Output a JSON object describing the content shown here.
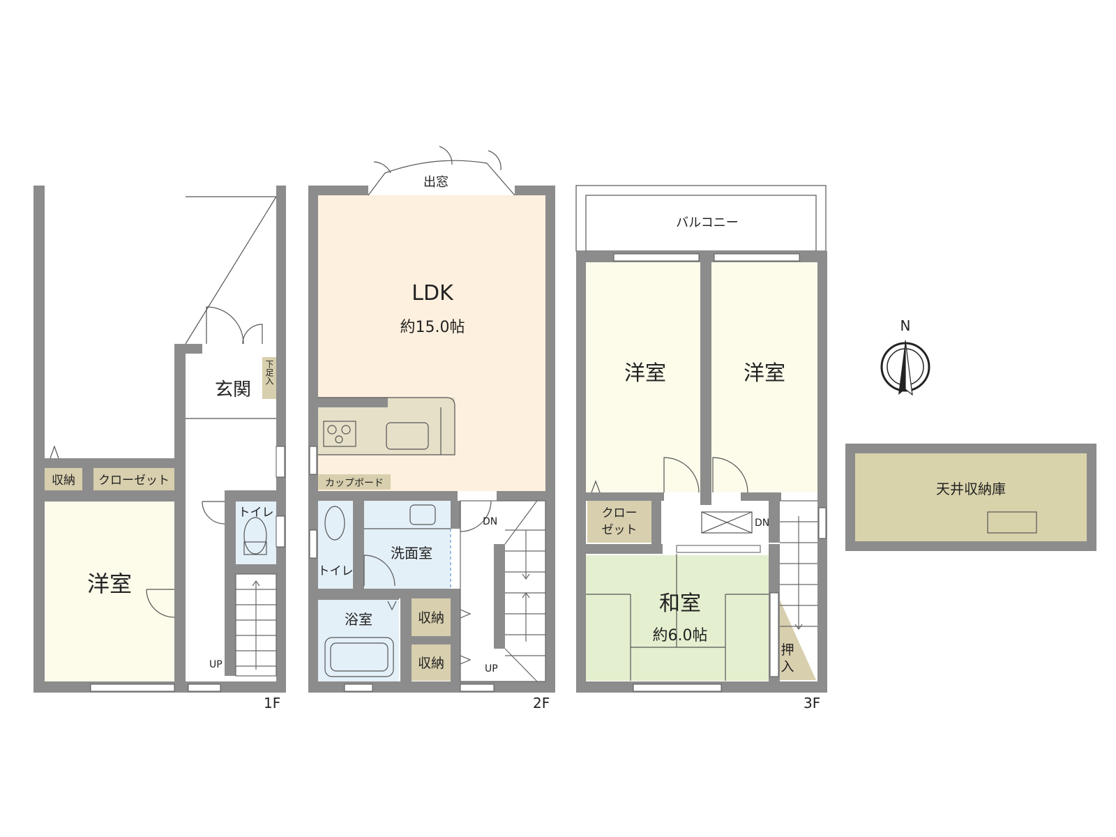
{
  "floors": {
    "f1": {
      "label": "1F",
      "rooms": {
        "western": "洋室",
        "entrance": "玄関",
        "shoe_box": "下足入",
        "toilet": "トイレ",
        "storage": "収納",
        "closet": "クローゼット"
      },
      "stair_up": "UP"
    },
    "f2": {
      "label": "2F",
      "rooms": {
        "bay_window": "出窓",
        "ldk": "LDK",
        "ldk_size": "約15.0帖",
        "cupboard": "カップボード",
        "toilet": "トイレ",
        "washroom": "洗面室",
        "bathroom": "浴室",
        "storage_1": "収納",
        "storage_2": "収納"
      },
      "stair_down": "DN",
      "stair_up": "UP"
    },
    "f3": {
      "label": "3F",
      "rooms": {
        "balcony": "バルコニー",
        "western_1": "洋室",
        "western_2": "洋室",
        "closet_line1": "クロー",
        "closet_line2": "ゼット",
        "japanese": "和室",
        "japanese_size": "約6.0帖",
        "oshiire_line1": "押",
        "oshiire_line2": "入"
      },
      "stair_down": "DN"
    }
  },
  "compass": {
    "label": "N"
  },
  "attic": {
    "label": "天井収納庫"
  },
  "colors": {
    "wall": "#8c8c8c",
    "western_room": "#fdfbea",
    "ldk": "#fdf0de",
    "japanese_room": "#e4efcf",
    "storage": "#d8cfae",
    "wet_area": "#e4f0f8",
    "attic": "#d9d3ac"
  }
}
